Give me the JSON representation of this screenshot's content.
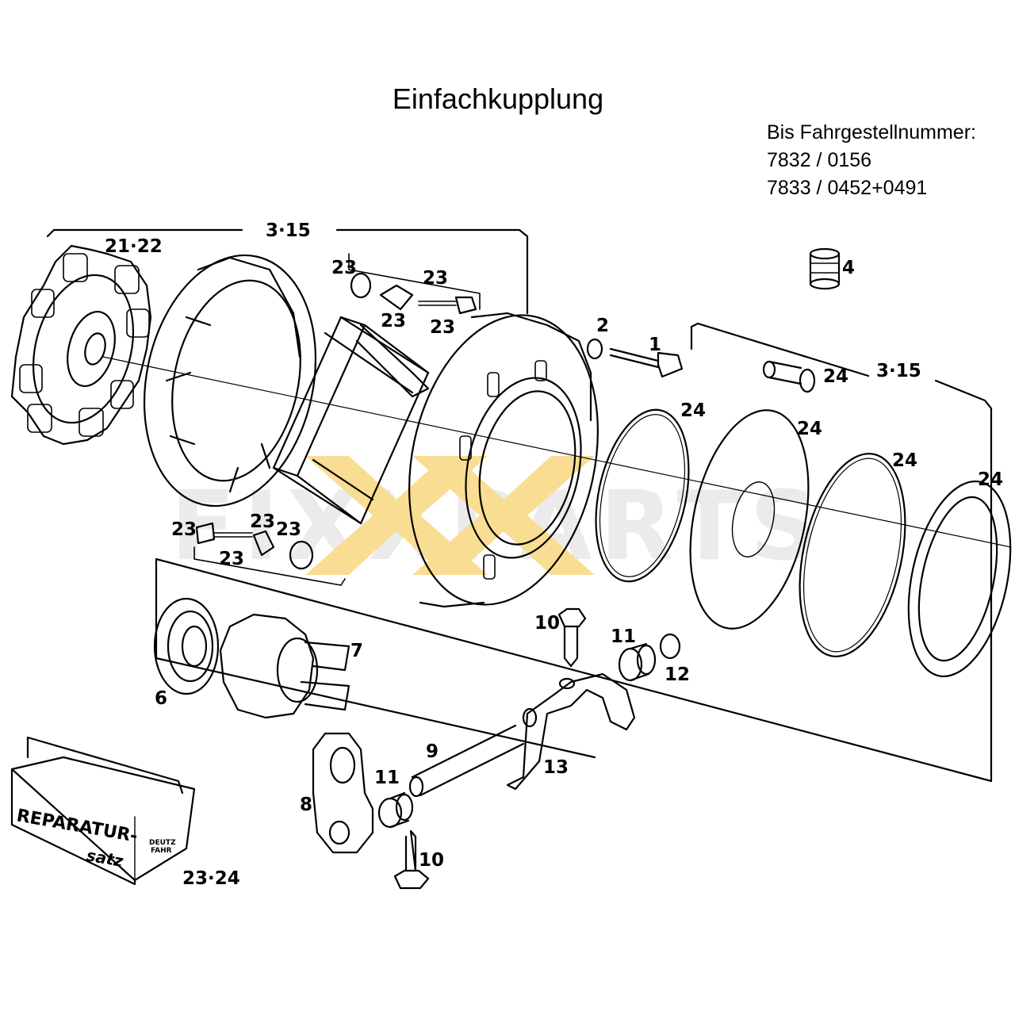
{
  "title": "Einfachkupplung",
  "serial": {
    "heading": "Bis Fahrgestellnummer:",
    "lines": [
      "7832 / 0156",
      "7833 / 0452+0491"
    ]
  },
  "watermark": "FIXXPARTS",
  "repair_kit": {
    "line1": "REPARATUR-",
    "line2": "satz",
    "brand_line1": "DEUTZ",
    "brand_line2": "FAHR"
  },
  "callouts": {
    "group_top": "3·15",
    "group_right": "3·15",
    "disc": "21·22",
    "kit": "23·24",
    "c1": "1",
    "c2": "2",
    "c4": "4",
    "c6": "6",
    "c7": "7",
    "c8": "8",
    "c9": "9",
    "c10a": "10",
    "c10b": "10",
    "c11a": "11",
    "c11b": "11",
    "c12": "12",
    "c13": "13",
    "c23a": "23",
    "c23b": "23",
    "c23c": "23",
    "c23d": "23",
    "c23e": "23",
    "c23f": "23",
    "c23g": "23",
    "c23h": "23",
    "c24a": "24",
    "c24b": "24",
    "c24c": "24",
    "c24d": "24",
    "c24e": "24"
  },
  "colors": {
    "line": "#000000",
    "watermark_x": "#f5c33b",
    "watermark_text": "#d8d8d8"
  }
}
